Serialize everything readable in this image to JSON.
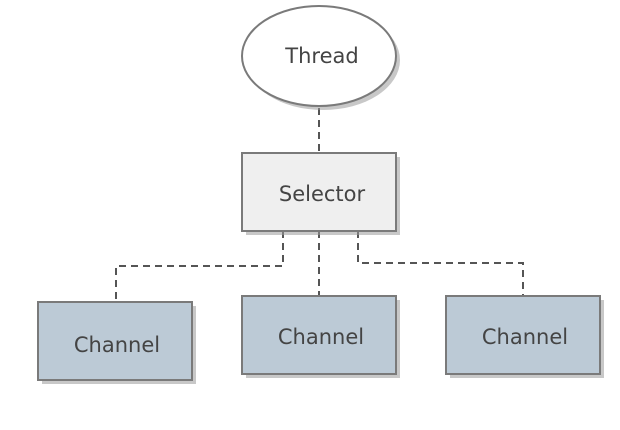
{
  "diagram": {
    "thread": {
      "label": "Thread"
    },
    "selector": {
      "label": "Selector"
    },
    "channels": [
      {
        "label": "Channel"
      },
      {
        "label": "Channel"
      },
      {
        "label": "Channel"
      }
    ]
  }
}
